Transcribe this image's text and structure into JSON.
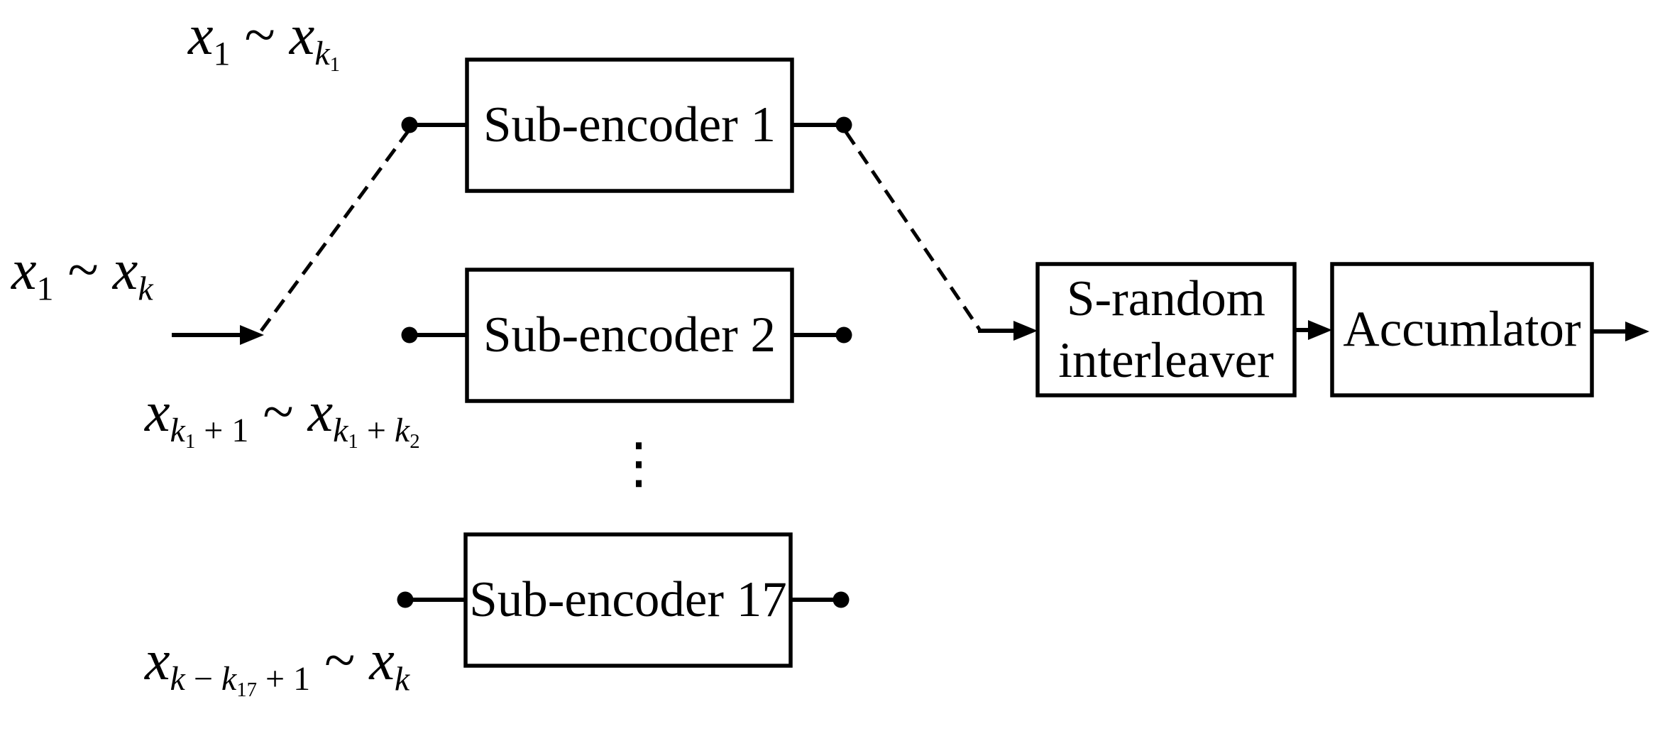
{
  "figure": {
    "type": "block-diagram",
    "background_color": "#ffffff",
    "line_color": "#000000",
    "blocks": {
      "sub_encoder_1": "Sub-encoder 1",
      "sub_encoder_2": "Sub-encoder 2",
      "sub_encoder_17": "Sub-encoder 17",
      "interleaver": "S-random\ninterleaver",
      "accumulator": "Accumlator"
    },
    "math_labels": {
      "sub1_input_range": "x_{1} ~ x_{k_{1}}",
      "overall_input_range": "x_{1} ~ x_{k}",
      "sub2_input_range": "x_{k_{1} + 1} ~ x_{k_{1} + k_{2}}",
      "sub17_input_range": "x_{k − k_{17} + 1} ~ x_{k}"
    },
    "vertical_ellipsis": "⋮"
  }
}
